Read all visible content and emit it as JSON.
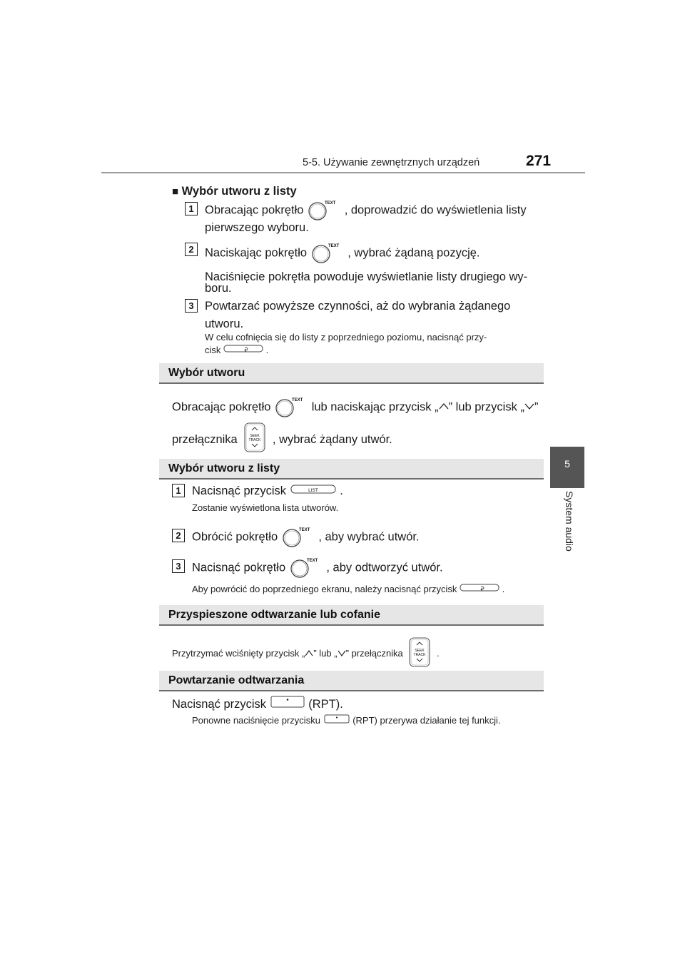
{
  "header": {
    "section": "5-5. Używanie zewnętrznych urządzeń",
    "page_number": "271"
  },
  "side_tab": {
    "number": "5",
    "label": "System audio"
  },
  "list_select": {
    "heading": "Wybór utworu z listy",
    "step1_num": "1",
    "step1_a": "Obracając pokrętło",
    "step1_b": ", doprowadzić do wyświetlenia listy",
    "step1_c": "pierwszego wyboru.",
    "step2_num": "2",
    "step2_a": "Naciskając pokrętło",
    "step2_b": ", wybrać żądaną pozycję.",
    "step2_c": "Naciśnięcie pokrętła powoduje wyświetlanie listy drugiego wy-",
    "step2_d": "boru.",
    "step3_num": "3",
    "step3_a": "Powtarzać powyższe czynności, aż do wybrania żądanego",
    "step3_b": "utworu.",
    "note_a": "W celu cofnięcia się do listy z poprzedniego poziomu, nacisnąć przy-",
    "note_b": "cisk",
    "note_c": "."
  },
  "track_select": {
    "title": "Wybór utworu",
    "line1_a": "Obracając pokrętło",
    "line1_b": "lub naciskając przycisk „",
    "line1_c": "” lub przycisk „",
    "line1_d": "”",
    "line2_a": "przełącznika",
    "line2_b": ", wybrać żądany utwór."
  },
  "track_list": {
    "title": "Wybór utworu z listy",
    "s1_num": "1",
    "s1_a": "Nacisnąć przycisk",
    "s1_b": ".",
    "s1_note": "Zostanie wyświetlona lista utworów.",
    "s2_num": "2",
    "s2_a": "Obrócić pokrętło",
    "s2_b": ", aby wybrać utwór.",
    "s3_num": "3",
    "s3_a": "Nacisnąć pokrętło",
    "s3_b": ", aby odtworzyć utwór.",
    "note_a": "Aby powrócić do poprzedniego ekranu, należy nacisnąć przycisk",
    "note_b": "."
  },
  "ff_rew": {
    "title": "Przyspieszone odtwarzanie lub cofanie",
    "text_a": "Przytrzymać wciśnięty przycisk „",
    "text_b": "” lub „",
    "text_c": "” przełącznika",
    "text_d": "."
  },
  "repeat": {
    "title": "Powtarzanie odtwarzania",
    "line_a": "Nacisnąć przycisk",
    "line_b": "(RPT).",
    "note_a": "Ponowne naciśnięcie przycisku",
    "note_b": "(RPT) przerywa działanie tej funkcji."
  },
  "icons": {
    "knob_label": "TEXT",
    "list_label": "LIST",
    "seek_label_1": "SEEK",
    "seek_label_2": "TRACK"
  }
}
